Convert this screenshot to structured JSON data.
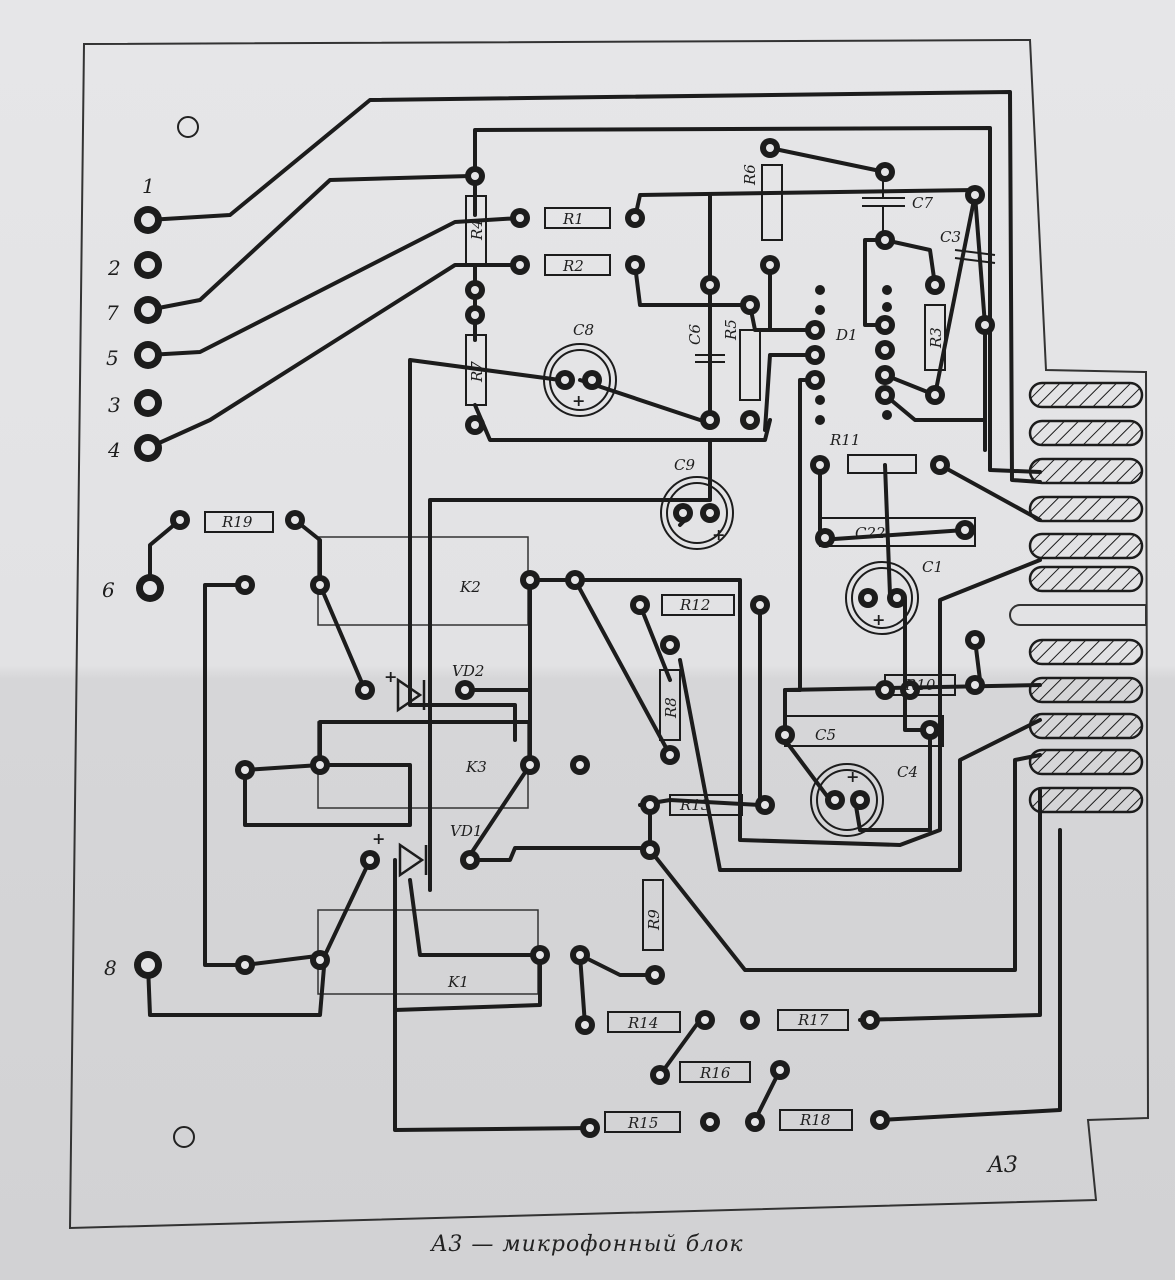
{
  "caption": "A3 — микрофонный блок",
  "board_mark": "A3",
  "connector_pins": [
    "1",
    "2",
    "7",
    "5",
    "3",
    "4"
  ],
  "pin_6": "6",
  "pin_8": "8",
  "components": {
    "R1": "R1",
    "R2": "R2",
    "R3": "R3",
    "R4": "R4",
    "R5": "R5",
    "R6": "R6",
    "R7": "R7",
    "R8": "R8",
    "R9": "R9",
    "R10": "R10",
    "R11": "R11",
    "R12": "R12",
    "R13": "R13",
    "R14": "R14",
    "R15": "R15",
    "R16": "R16",
    "R17": "R17",
    "R18": "R18",
    "R19": "R19",
    "C1": "C1",
    "C3": "C3",
    "C4": "C4",
    "C5": "C5",
    "C6": "C6",
    "C7": "C7",
    "C8": "C8",
    "C9": "C9",
    "C22": "C22",
    "D1": "D1",
    "VD1": "VD1",
    "VD2": "VD2",
    "K1": "K1",
    "K2": "K2",
    "K3": "K3"
  },
  "plus_sign": "+",
  "colors": {
    "paper": "#e4e4e6",
    "ink": "#1c1c1c"
  }
}
